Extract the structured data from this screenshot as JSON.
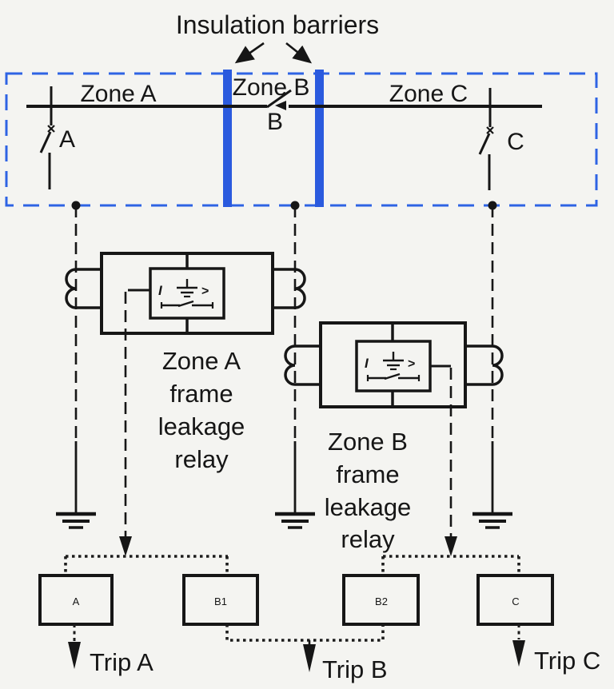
{
  "title": "Insulation barriers",
  "busbar": {
    "zone_a_label": "Zone A",
    "zone_b_label": "Zone B",
    "zone_c_label": "Zone C",
    "breaker_a_label": "A",
    "breaker_b_label": "B",
    "breaker_c_label": "C"
  },
  "relays": {
    "zone_a": {
      "lines": [
        "Zone A",
        "frame",
        "leakage",
        "relay"
      ],
      "current_symbol": "I",
      "threshold_symbol": ">"
    },
    "zone_b": {
      "lines": [
        "Zone B",
        "frame",
        "leakage",
        "relay"
      ],
      "current_symbol": "I",
      "threshold_symbol": ">"
    }
  },
  "trip_units": {
    "a": "A",
    "b1": "B1",
    "b2": "B2",
    "c": "C"
  },
  "trip_labels": {
    "a": "Trip A",
    "b": "Trip B",
    "c": "Trip C"
  },
  "colors": {
    "barrier_blue": "#2a5ade",
    "border_blue": "#2e63e4",
    "symbol_blue": "#2f4fae",
    "line_black": "#161616",
    "background": "#f4f4f1"
  }
}
